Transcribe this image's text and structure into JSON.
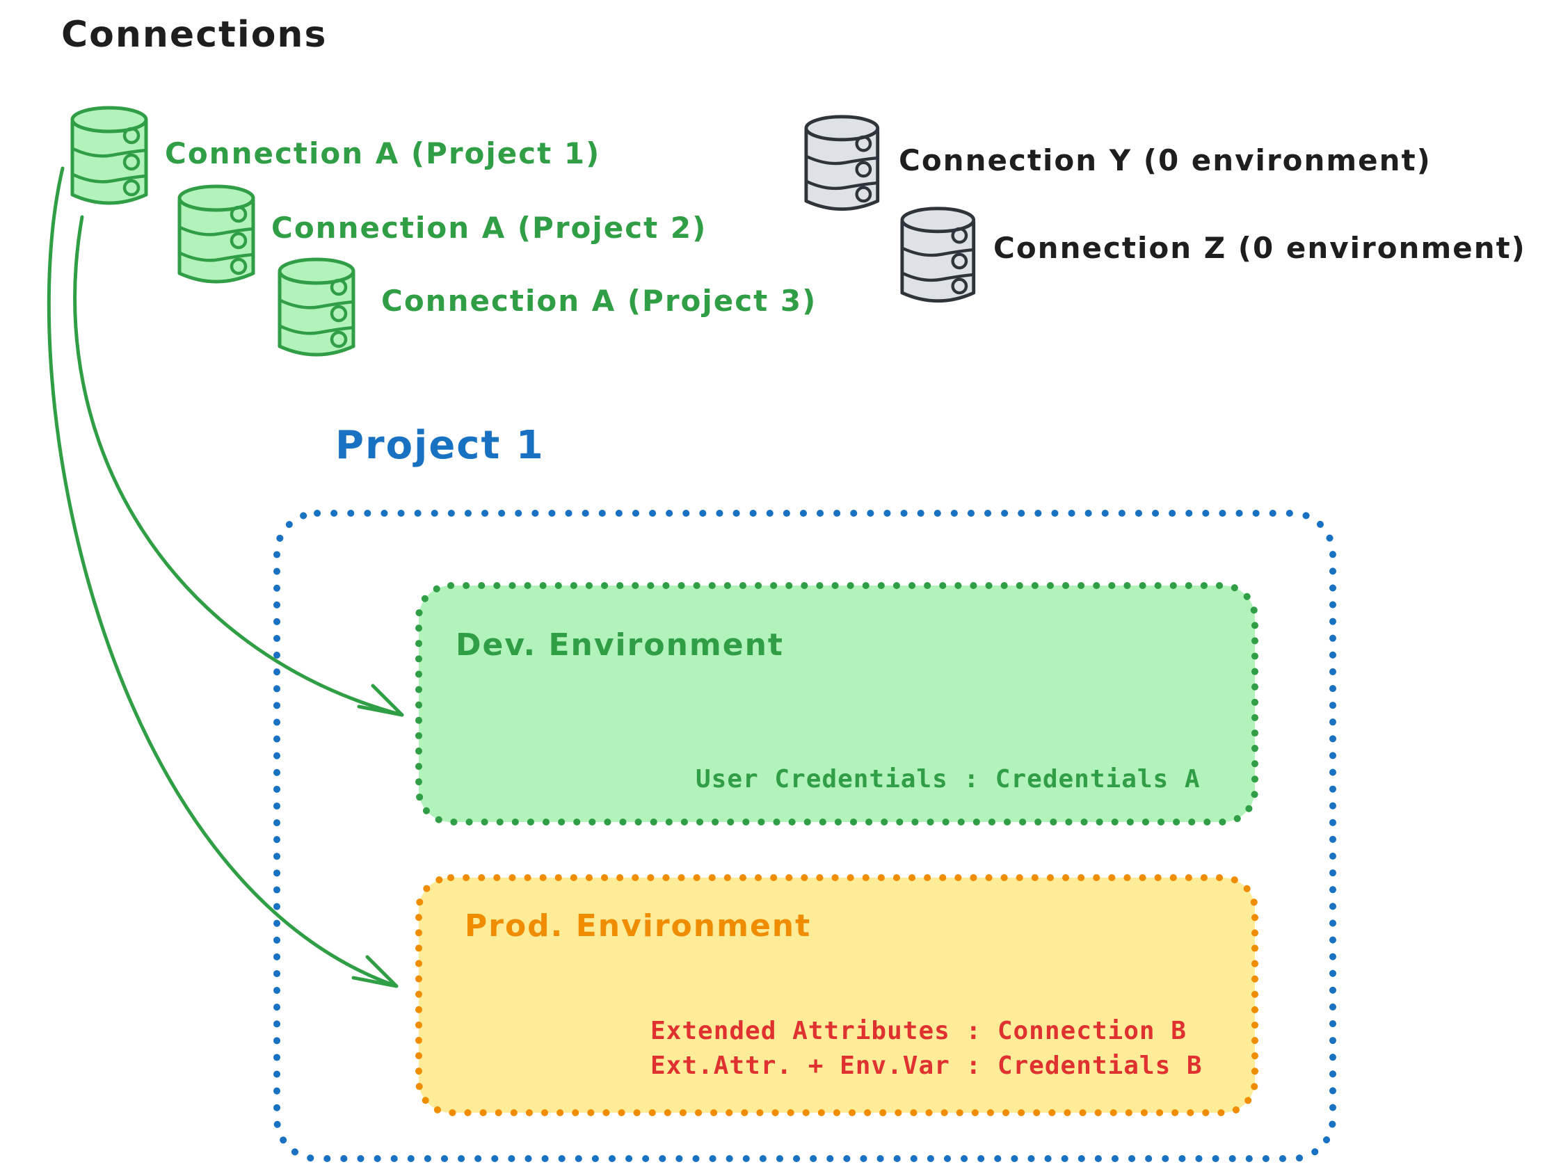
{
  "canvas_title": "Connections",
  "connections": {
    "project_a": [
      {
        "icon": "database-icon",
        "label": "Connection A (Project 1)"
      },
      {
        "icon": "database-icon",
        "label": "Connection A (Project 2)"
      },
      {
        "icon": "database-icon",
        "label": "Connection A (Project 3)"
      }
    ],
    "unassigned": [
      {
        "icon": "database-icon",
        "label": "Connection Y (0 environment)"
      },
      {
        "icon": "database-icon",
        "label": "Connection Z (0 environment)"
      }
    ]
  },
  "project": {
    "title": "Project 1",
    "dev_environment": {
      "title": "Dev. Environment",
      "mappings": [
        "User Credentials : Credentials A"
      ]
    },
    "prod_environment": {
      "title": "Prod. Environment",
      "mappings": [
        "Extended Attributes : Connection B",
        "Ext.Attr. + Env.Var : Credentials B"
      ]
    }
  },
  "colors": {
    "green_stroke": "#2f9e44",
    "green_fill": "#b2f2bb",
    "gray_stroke": "#2f343a",
    "gray_fill": "#dee2e6",
    "blue": "#1971c2",
    "orange": "#f08c00",
    "yellow_fill": "#ffec99",
    "red": "#e03131",
    "black": "#1e1e1e"
  }
}
